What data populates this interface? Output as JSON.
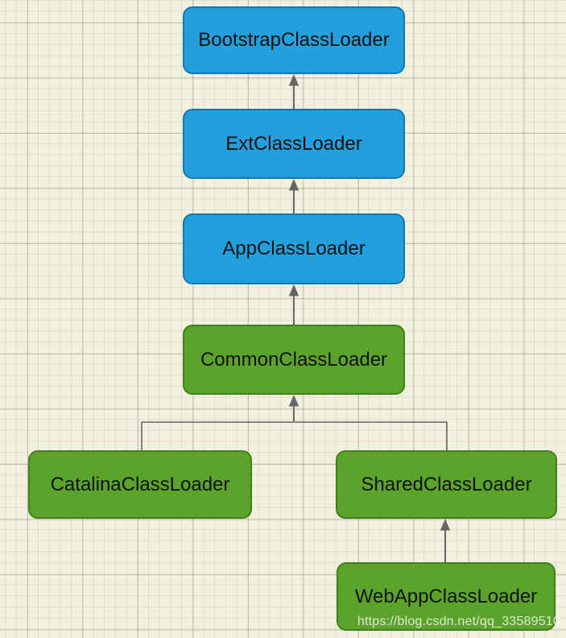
{
  "diagram": {
    "type": "flowchart",
    "subject": "Tomcat class loader hierarchy",
    "nodes": {
      "bootstrap": {
        "label": "BootstrapClassLoader",
        "color": "blue"
      },
      "ext": {
        "label": "ExtClassLoader",
        "color": "blue"
      },
      "app": {
        "label": "AppClassLoader",
        "color": "blue"
      },
      "common": {
        "label": "CommonClassLoader",
        "color": "green"
      },
      "catalina": {
        "label": "CatalinaClassLoader",
        "color": "green"
      },
      "shared": {
        "label": "SharedClassLoader",
        "color": "green"
      },
      "webapp": {
        "label": "WebAppClassLoader",
        "color": "green"
      }
    },
    "edges": [
      {
        "from": "ExtClassLoader",
        "to": "BootstrapClassLoader",
        "style": "arrow-up"
      },
      {
        "from": "AppClassLoader",
        "to": "ExtClassLoader",
        "style": "arrow-up"
      },
      {
        "from": "CommonClassLoader",
        "to": "AppClassLoader",
        "style": "arrow-up"
      },
      {
        "from": "CatalinaClassLoader",
        "to": "CommonClassLoader",
        "style": "fork"
      },
      {
        "from": "SharedClassLoader",
        "to": "CommonClassLoader",
        "style": "fork"
      },
      {
        "from": "WebAppClassLoader",
        "to": "SharedClassLoader",
        "style": "arrow-up"
      }
    ]
  },
  "watermark": {
    "text": "https://blog.csdn.net/qq_33589510"
  },
  "colors": {
    "blue_fill": "#21a0dd",
    "blue_border": "#1277ad",
    "green_fill": "#5ba32b",
    "green_border": "#3f8017",
    "arrow": "#666666",
    "canvas_bg": "#f2f0e0",
    "text": "#111111",
    "watermark_text": "rgba(255,255,255,0.78)"
  }
}
